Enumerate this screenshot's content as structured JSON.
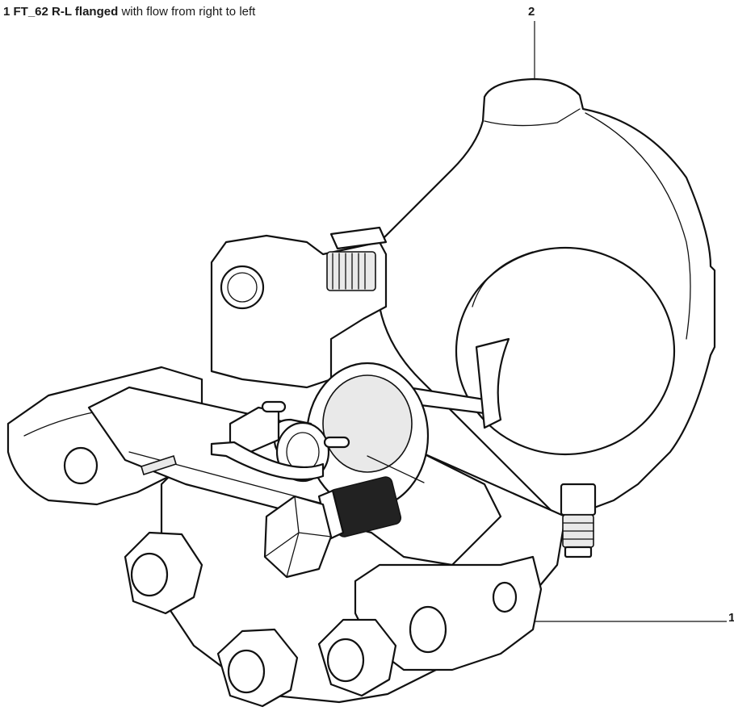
{
  "caption": {
    "item_number": "1",
    "model": "FT_62 R-L flanged",
    "description": "with flow from right to left"
  },
  "callouts": [
    {
      "id": "2",
      "label": "2"
    },
    {
      "id": "1",
      "label": "1"
    }
  ]
}
